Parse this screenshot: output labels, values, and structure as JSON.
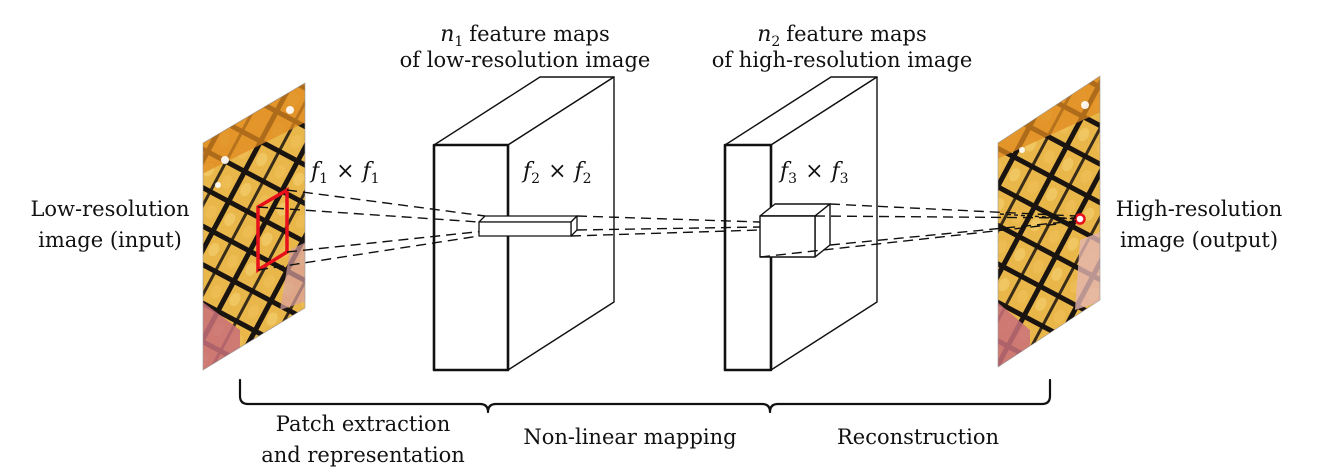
{
  "input_label": [
    "Low-resolution",
    "image (input)"
  ],
  "output_label": [
    "High-resolution",
    "image (output)"
  ],
  "layer1_caption": [
    "feature maps",
    "of low-resolution image"
  ],
  "layer1_symbol": "n",
  "layer1_sub": "1",
  "layer2_caption": [
    "feature maps",
    "of high-resolution image"
  ],
  "layer2_symbol": "n",
  "layer2_sub": "2",
  "filters": [
    {
      "base": "f",
      "sub": "1",
      "times": "×"
    },
    {
      "base": "f",
      "sub": "2",
      "times": "×"
    },
    {
      "base": "f",
      "sub": "3",
      "times": "×"
    }
  ],
  "stages": [
    {
      "label": [
        "Patch extraction",
        "and representation"
      ]
    },
    {
      "label": [
        "Non-linear mapping"
      ]
    },
    {
      "label": [
        "Reconstruction"
      ]
    }
  ],
  "colors": {
    "patch_outline": "#e8111b",
    "wing_yellow": "#e9b64a",
    "wing_orange": "#e08a1f",
    "wing_black": "#1a1410",
    "background_pink": "#c9707a",
    "line": "#111111"
  },
  "icons": {
    "input_image": "butterfly-wing-image",
    "output_image": "butterfly-wing-image"
  }
}
